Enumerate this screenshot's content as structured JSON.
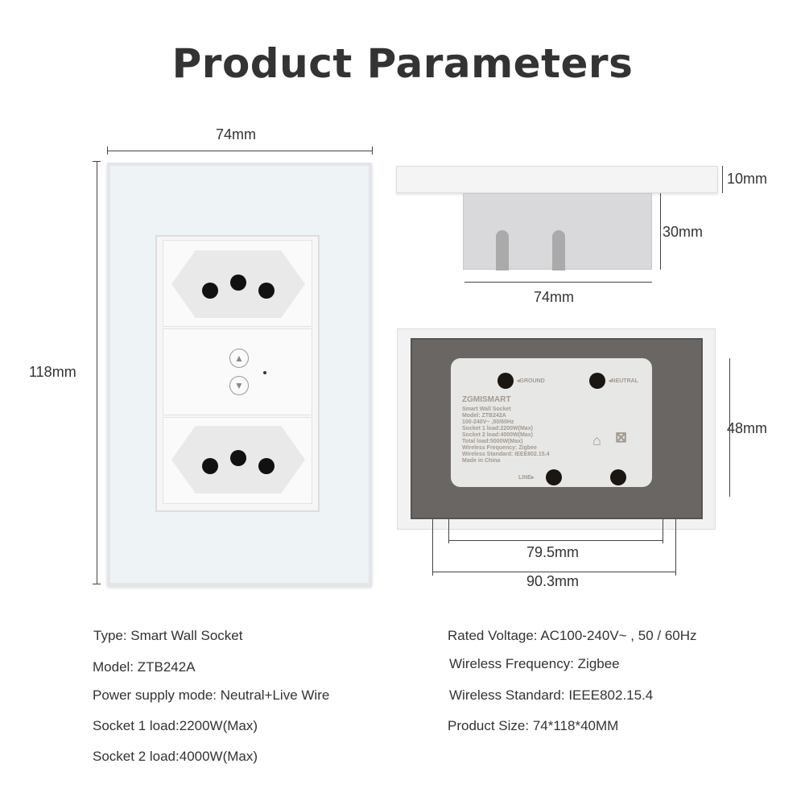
{
  "title": "Product Parameters",
  "dimensions": {
    "front_width": "74mm",
    "front_height": "118mm",
    "side_plate": "10mm",
    "side_depth": "30mm",
    "side_width": "74mm",
    "back_height": "48mm",
    "back_inner_width": "79.5mm",
    "back_outer_width": "90.3mm"
  },
  "back_label": {
    "ground": "◂GROUND",
    "neutral": "◂NEUTRAL",
    "line": "LINE▸",
    "brand": "ZGMISMART",
    "lines": [
      "Smart Wall Socket",
      "Model: ZTB242A",
      "100-240V~ ,50/60Hz",
      "Socket 1 load:2200W(Max)",
      "Socket 2 load:4000W(Max)",
      "Total load:5000W(Max)",
      "Wireless Frequency: Zigbee",
      "Wireless Standard: IEEE802.15.4",
      "Made in China"
    ]
  },
  "specs": {
    "left": [
      "Type: Smart Wall Socket",
      "Model: ZTB242A",
      "Power supply mode: Neutral+Live Wire",
      "Socket 1 load:2200W(Max)",
      "Socket 2 load:4000W(Max)"
    ],
    "right": [
      "Rated Voltage: AC100-240V~ , 50 / 60Hz",
      "Wireless Frequency: Zigbee",
      "Wireless Standard: IEEE802.15.4",
      "Product Size: 74*118*40MM"
    ]
  },
  "icons": {
    "touch_up": "chevron-up-icon",
    "touch_down": "chevron-down-icon"
  }
}
